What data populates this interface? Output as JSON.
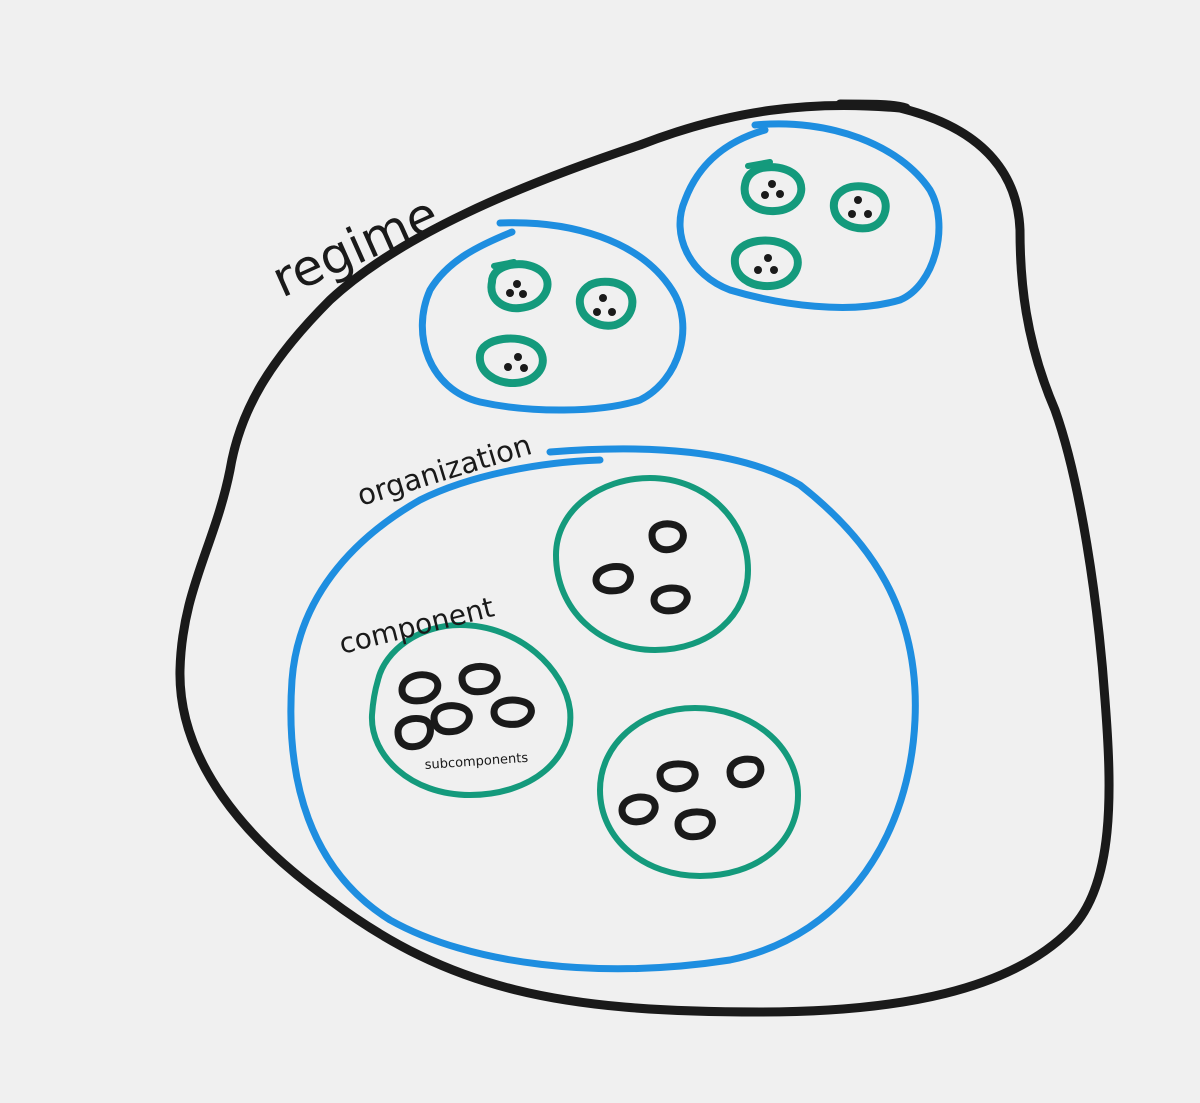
{
  "labels": {
    "regime": "regime",
    "organization": "organization",
    "component": "component",
    "subcomponents": "subcomponents"
  },
  "colors": {
    "background": "#f0f0f0",
    "regime": "#1a1a1a",
    "organization": "#1e8ee0",
    "component": "#149a7c",
    "subcomponent": "#1a1a1a"
  }
}
